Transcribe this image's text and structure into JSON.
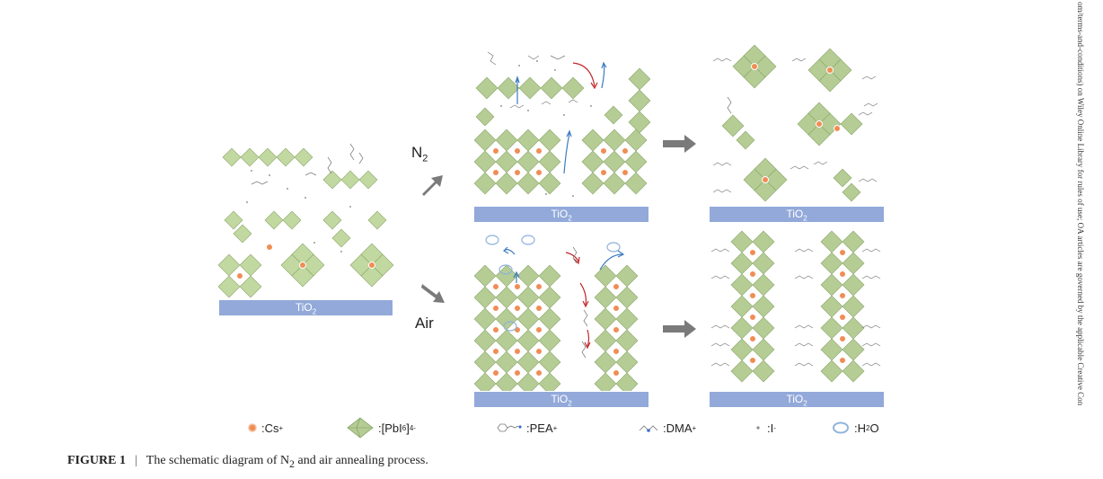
{
  "substrate": {
    "left": "TiO",
    "left_sub": "2",
    "n2_mid": "TiO",
    "n2_mid_sub": "2",
    "n2_right": "TiO",
    "n2_right_sub": "2",
    "air_mid": "TiO",
    "air_mid_sub": "2",
    "air_right": "TiO",
    "air_right_sub": "2"
  },
  "atmosphere": {
    "n2": "N",
    "n2_sub": "2",
    "air": "Air"
  },
  "legend": {
    "cs": ":Cs",
    "cs_sup": "+",
    "pbi": ":[PbI",
    "pbi_sub": "6",
    "pbi_sup": "4-",
    "pbi_close": "]",
    "pea": ":PEA",
    "pea_sup": "+",
    "dma": ":DMA",
    "dma_sup": "+",
    "iodide": ":I",
    "iodide_sup": "-",
    "h2o": ":H",
    "h2o_sub": "2",
    "h2o_end": "O"
  },
  "caption": {
    "figure": "FIGURE 1",
    "separator": "|",
    "text_a": "The schematic diagram of N",
    "text_sub": "2",
    "text_b": " and air annealing process."
  },
  "sidebar_text": "om/terms-and-conditions) on Wiley Online Library for rules of use; OA articles are governed by the applicable Creative Con",
  "colors": {
    "octa_dark": "#9ab47c",
    "octa_light": "#d3e6b6",
    "cs": "#f08d55",
    "substrate": "#92a9d9",
    "arrow_gray": "#7a7a7a",
    "arrow_blue": "#3b7bbf",
    "arrow_red": "#c0282a"
  }
}
